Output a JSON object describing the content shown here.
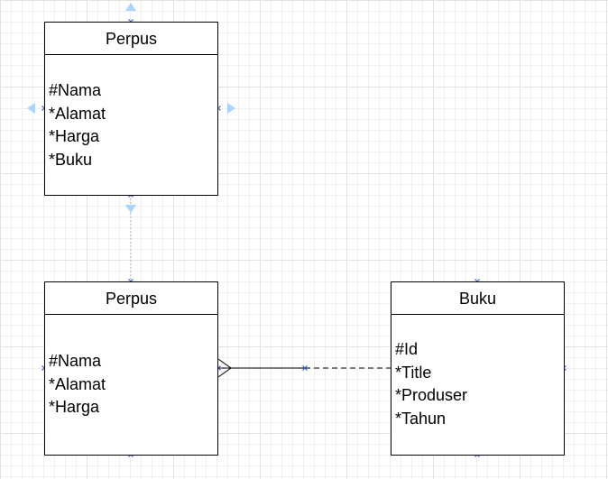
{
  "entities": [
    {
      "title": "Perpus",
      "attributes": [
        "#Nama",
        "*Alamat",
        "*Harga",
        "*Buku"
      ]
    },
    {
      "title": "Perpus",
      "attributes": [
        "#Nama",
        "*Alamat",
        "*Harga"
      ]
    },
    {
      "title": "Buku",
      "attributes": [
        "#Id",
        "*Title",
        "*Produser",
        "*Tahun"
      ]
    }
  ],
  "relationships": [
    {
      "from": "Perpus",
      "to": "Buku",
      "from_end": "many",
      "to_end": "one",
      "style": "solid-to-dashed"
    }
  ],
  "colors": {
    "stroke": "#000000",
    "handle": "#2b5cff",
    "arrow_hint": "#9fd0ff",
    "grid": "#e2e2e2"
  }
}
